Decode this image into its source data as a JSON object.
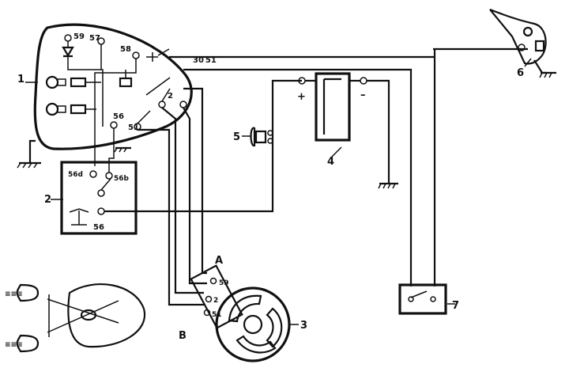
{
  "diagram": {
    "components": {
      "headlight": "1",
      "central_switch": "2",
      "generator": "3",
      "battery": "4",
      "horn": "5",
      "tail_light": "6",
      "brake_switch": "7"
    },
    "terminals": {
      "t59": "59",
      "t57": "57",
      "t58": "58",
      "t30_51": "30 51",
      "t2": "2",
      "t56": "56",
      "t51": "51",
      "t56d": "56d",
      "t56b": "56b",
      "t56_sw": "56",
      "gen_59": "59",
      "gen_2": "2",
      "gen_51": "51"
    },
    "battery_plus": "+",
    "battery_minus": "–",
    "cable_a": "A",
    "cable_b": "B",
    "beam_high": "≡≡≡",
    "beam_low": "≡≡≡"
  }
}
